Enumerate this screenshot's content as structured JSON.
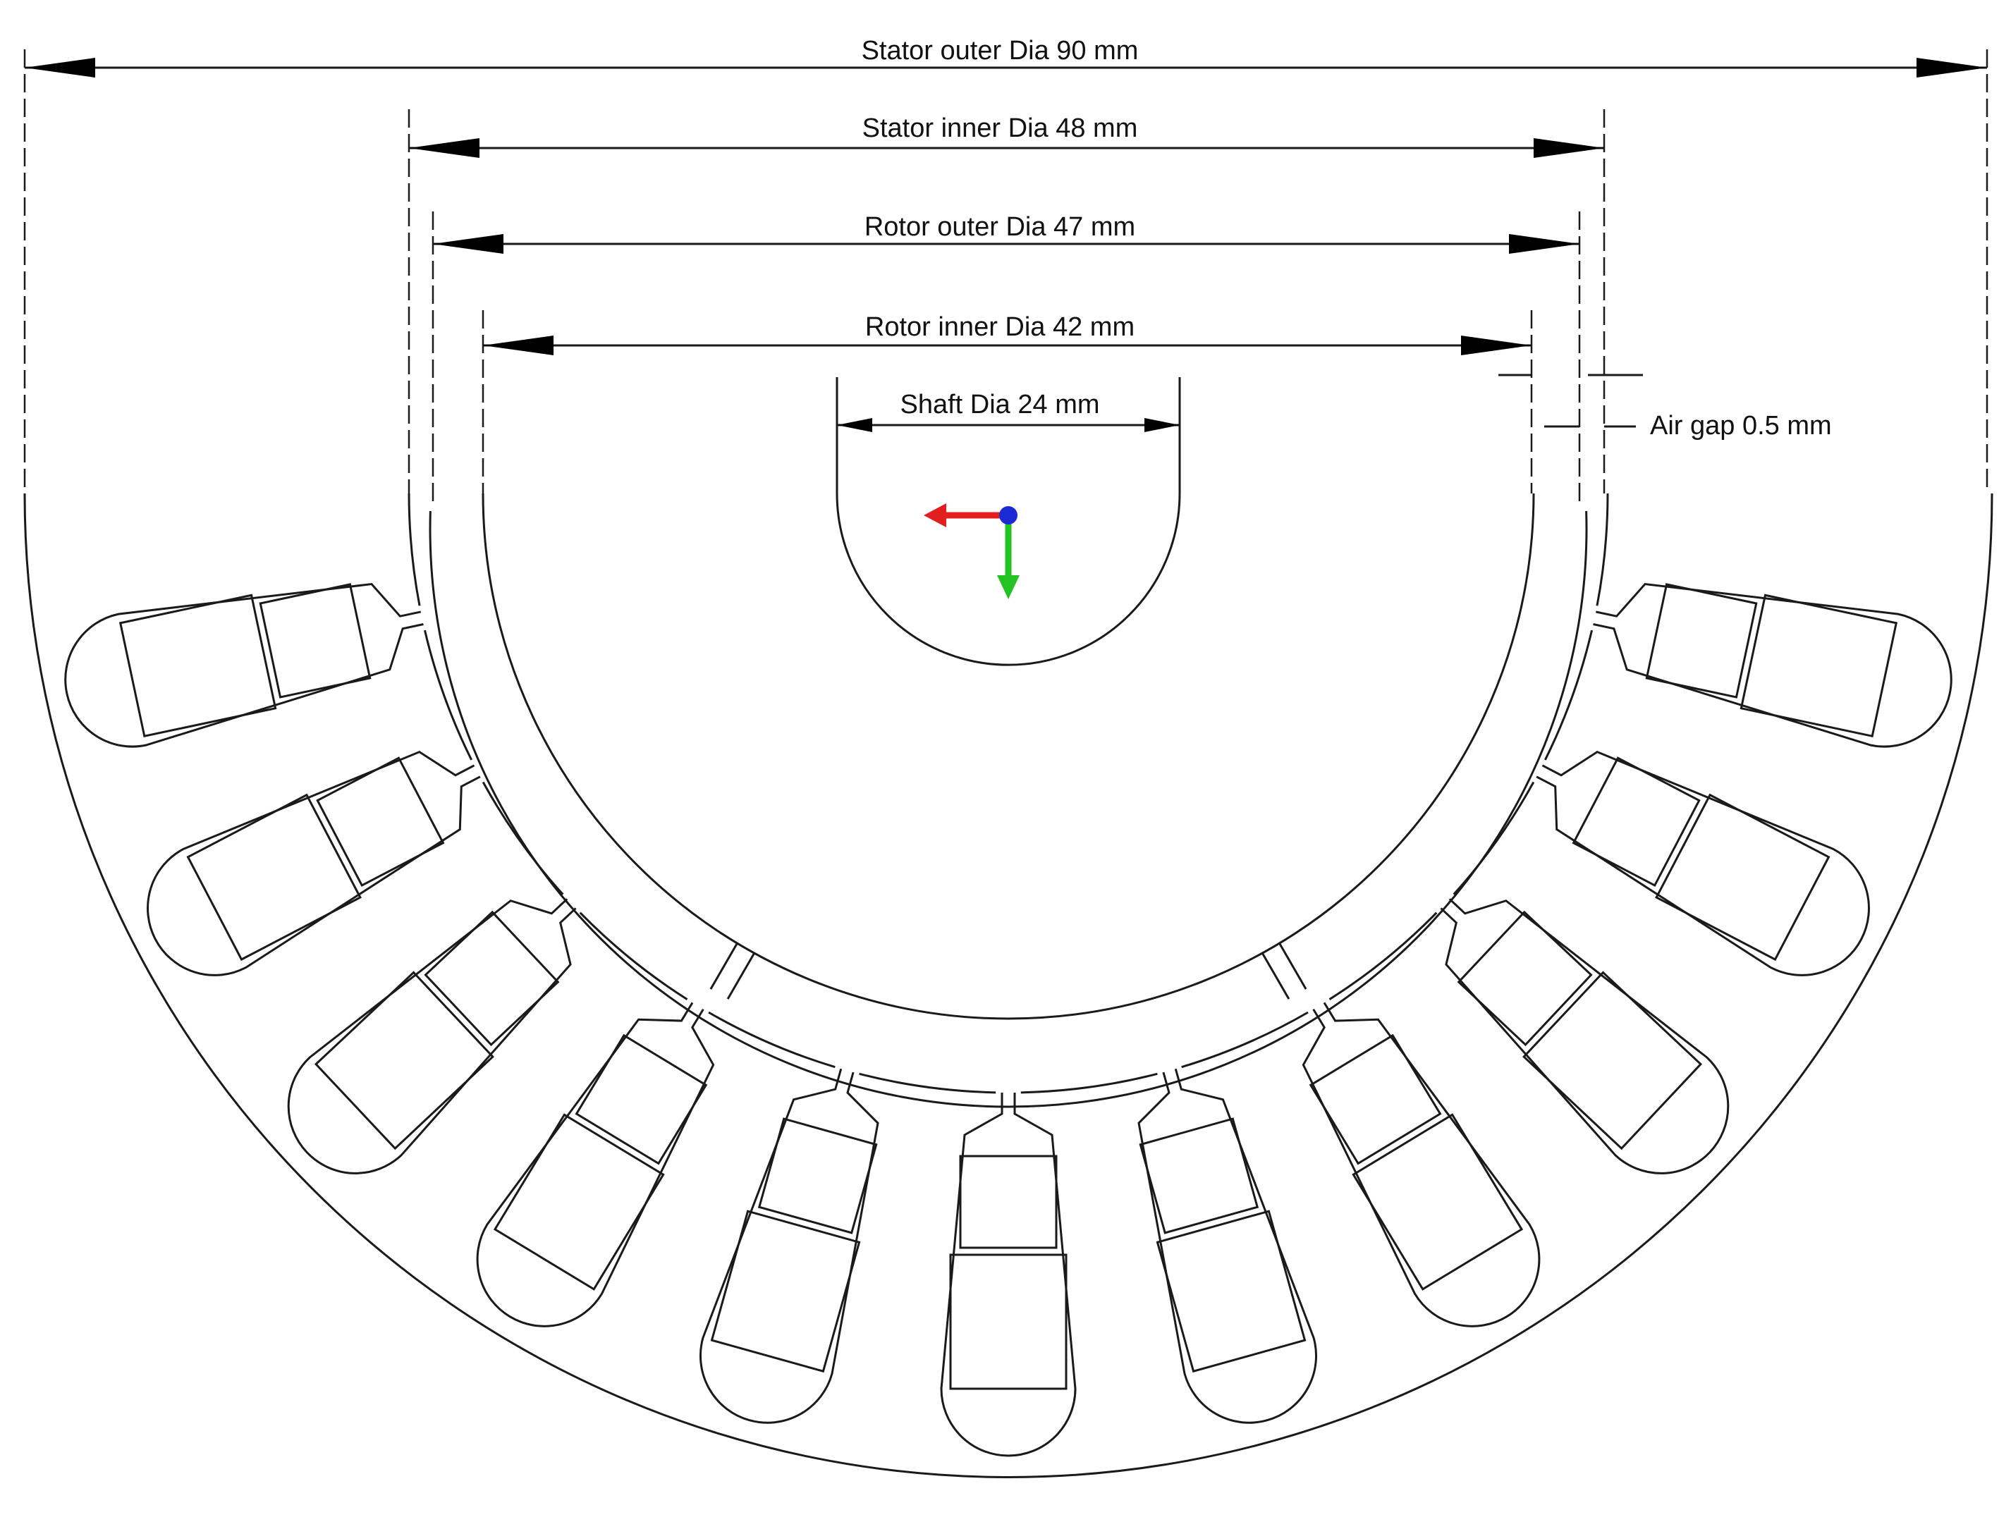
{
  "dimensions": {
    "stator_outer": "Stator outer Dia 90 mm",
    "stator_inner": "Stator inner Dia 48 mm",
    "rotor_outer": "Rotor outer Dia 47 mm",
    "rotor_inner": "Rotor inner Dia 42 mm",
    "shaft": "Shaft Dia 24 mm",
    "air_gap": "Air gap 0.5 mm"
  },
  "colors": {
    "line": "#1a1a1a",
    "axis_x": "#e31e1e",
    "axis_y": "#22c322",
    "origin": "#1c2ad6"
  },
  "geometry_counts": {
    "stator_slots_visible": 11,
    "rotor_notches_visible": 2
  }
}
